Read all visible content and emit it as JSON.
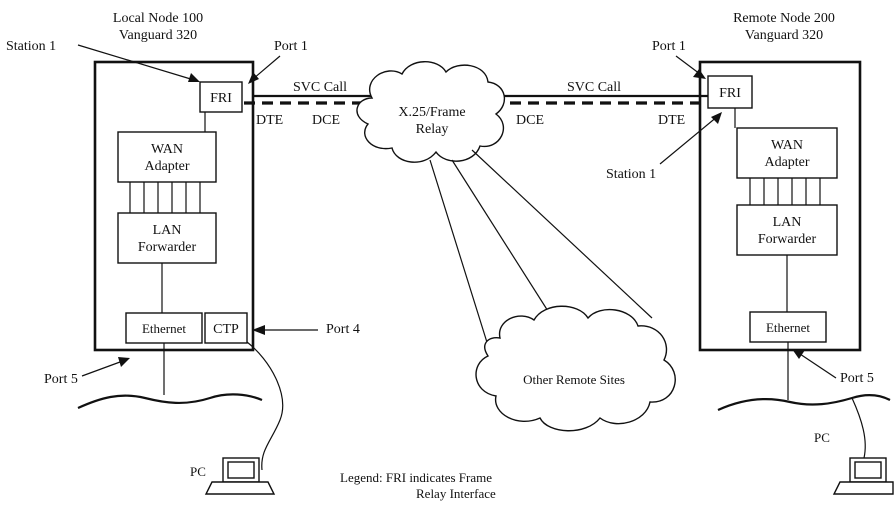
{
  "local_node": {
    "title_line1": "Local Node 100",
    "title_line2": "Vanguard 320",
    "station_label": "Station 1",
    "port1_label": "Port 1",
    "port4_label": "Port 4",
    "port5_label": "Port 5",
    "fri": "FRI",
    "wan_line1": "WAN",
    "wan_line2": "Adapter",
    "lan_line1": "LAN",
    "lan_line2": "Forwarder",
    "ethernet": "Ethernet",
    "ctp": "CTP",
    "pc": "PC"
  },
  "remote_node": {
    "title_line1": "Remote Node 200",
    "title_line2": "Vanguard 320",
    "station_label": "Station 1",
    "port1_label": "Port 1",
    "port5_label": "Port 5",
    "fri": "FRI",
    "wan_line1": "WAN",
    "wan_line2": "Adapter",
    "lan_line1": "LAN",
    "lan_line2": "Forwarder",
    "ethernet": "Ethernet",
    "pc": "PC"
  },
  "links": {
    "svc_call_left": "SVC Call",
    "svc_call_right": "SVC Call",
    "dte_left": "DTE",
    "dce_left": "DCE",
    "dce_right": "DCE",
    "dte_right": "DTE"
  },
  "network": {
    "cloud_line1": "X.25/Frame",
    "cloud_line2": "Relay",
    "other_sites": "Other Remote Sites"
  },
  "legend": {
    "line1": "Legend:  FRI indicates Frame",
    "line2": "Relay Interface"
  }
}
